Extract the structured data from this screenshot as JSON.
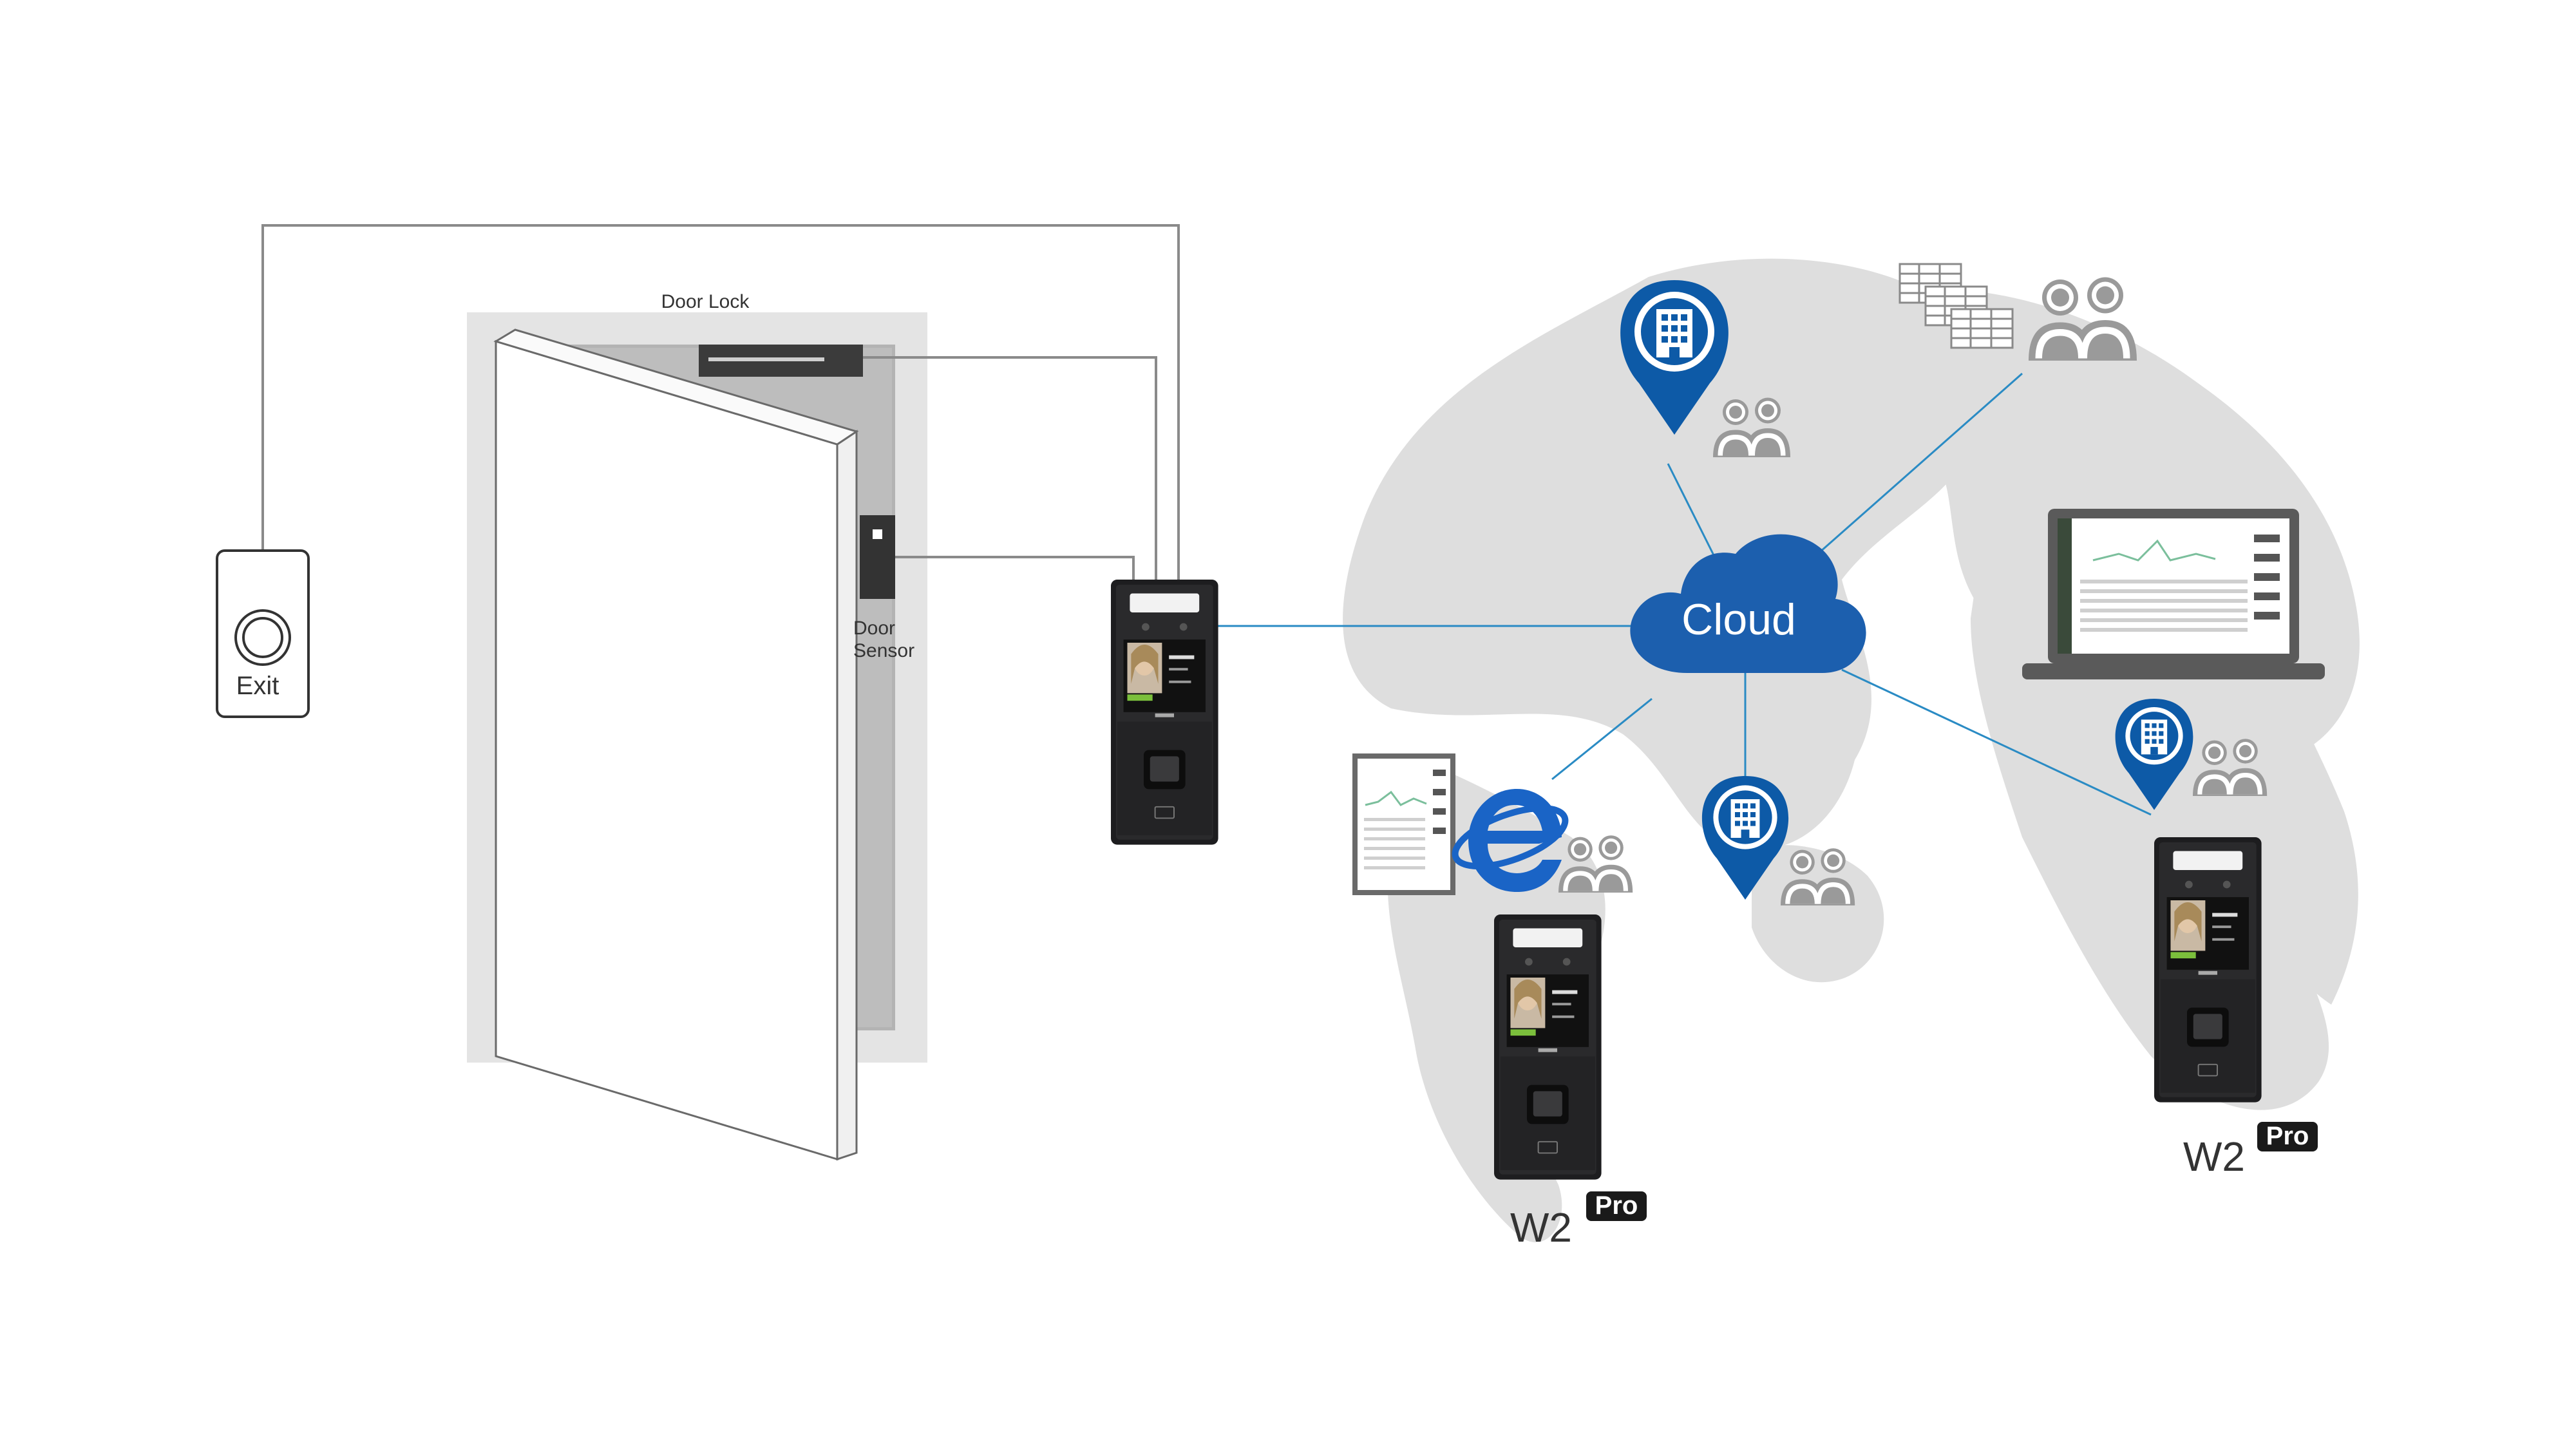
{
  "labels": {
    "door_lock": "Door Lock",
    "door_sensor_line1": "Door",
    "door_sensor_line2": "Sensor",
    "exit": "Exit",
    "cloud": "Cloud",
    "model": "W2",
    "model_badge": "Pro"
  },
  "colors": {
    "accent_blue": "#0d5aa7",
    "cloud_blue": "#1c5fae",
    "world_gray": "#dedede",
    "wire_gray": "#8a8a8a",
    "connection_line": "#2a8bc4",
    "device_black": "#1d1d1f"
  },
  "icons": [
    "exit-button-icon",
    "location-pin-building-icon",
    "people-icon",
    "spreadsheet-icon",
    "laptop-icon",
    "monitor-icon",
    "internet-explorer-icon",
    "access-terminal-icon",
    "cloud-icon"
  ]
}
